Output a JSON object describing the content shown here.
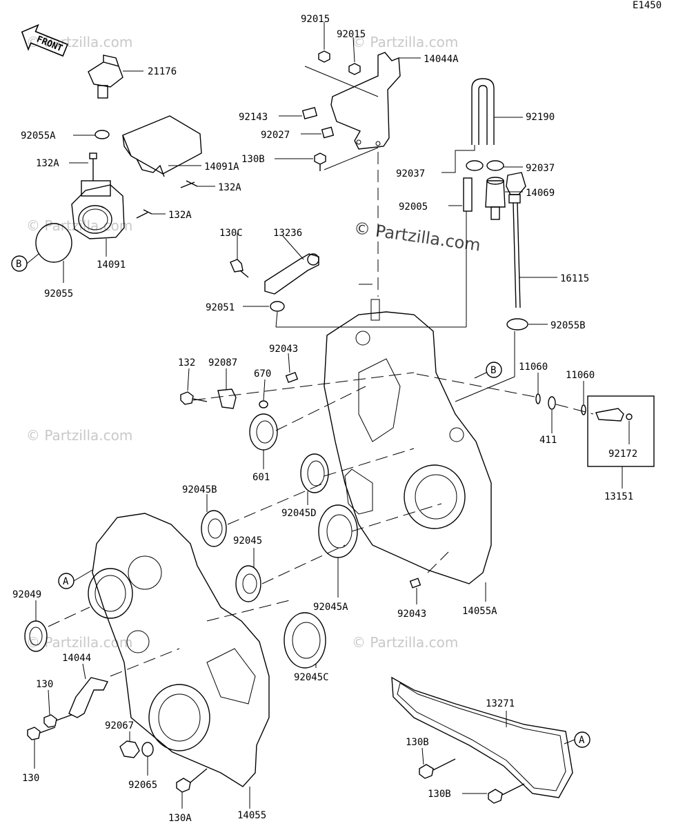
{
  "diagram_id": "E1450",
  "front_label": "FRONT",
  "watermark": "© Partzilla.com",
  "callout_a": "A",
  "callout_b": "B",
  "labels": {
    "p92015_1": "92015",
    "p92015_2": "92015",
    "p14044A": "14044A",
    "p21176": "21176",
    "p92143": "92143",
    "p92190": "92190",
    "p92027": "92027",
    "p130B_top": "130B",
    "p92055A": "92055A",
    "p132A_1": "132A",
    "p14091A": "14091A",
    "p132A_2": "132A",
    "p132A_3": "132A",
    "p92037_1": "92037",
    "p92037_2": "92037",
    "p14069": "14069",
    "p92005": "92005",
    "p14091": "14091",
    "p92055": "92055",
    "p130C": "130C",
    "p13236": "13236",
    "p16115": "16115",
    "p92051": "92051",
    "p92055B": "92055B",
    "p92043_1": "92043",
    "p132": "132",
    "p92087": "92087",
    "p670": "670",
    "p11060_1": "11060",
    "p11060_2": "11060",
    "p411": "411",
    "p92172": "92172",
    "p601": "601",
    "p92045D": "92045D",
    "p13151": "13151",
    "p92045B": "92045B",
    "p92045": "92045",
    "p92049": "92049",
    "p92045A": "92045A",
    "p92043_2": "92043",
    "p14055A": "14055A",
    "p14044": "14044",
    "p92045C": "92045C",
    "p130_1": "130",
    "p13271": "13271",
    "p92067": "92067",
    "p130B_1": "130B",
    "p130_2": "130",
    "p92065": "92065",
    "p130B_2": "130B",
    "p130A": "130A",
    "p14055": "14055"
  }
}
